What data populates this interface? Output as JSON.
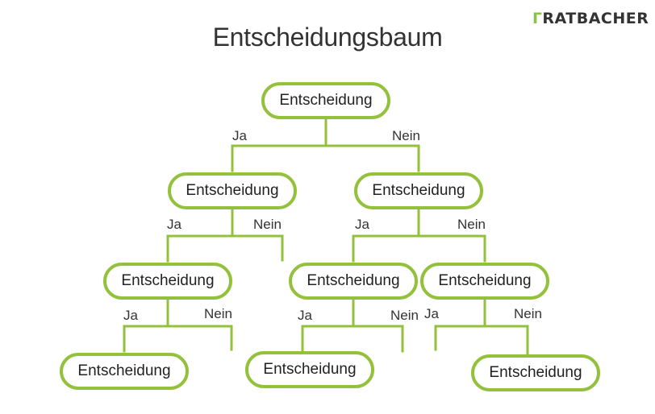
{
  "title": "Entscheidungsbaum",
  "logo": {
    "text": "RATBACHER"
  },
  "colors": {
    "accent": "#93c13c",
    "text": "#222222"
  },
  "tree": {
    "nodes": [
      {
        "id": "n1",
        "label": "Entscheidung"
      },
      {
        "id": "n2",
        "label": "Entscheidung"
      },
      {
        "id": "n3",
        "label": "Entscheidung"
      },
      {
        "id": "n4",
        "label": "Entscheidung"
      },
      {
        "id": "n5",
        "label": "Entscheidung"
      },
      {
        "id": "n6",
        "label": "Entscheidung"
      },
      {
        "id": "n7",
        "label": "Entscheidung"
      },
      {
        "id": "n8",
        "label": "Entscheidung"
      },
      {
        "id": "n9",
        "label": "Entscheidung"
      }
    ],
    "branch_labels": {
      "yes": "Ja",
      "no": "Nein"
    }
  }
}
